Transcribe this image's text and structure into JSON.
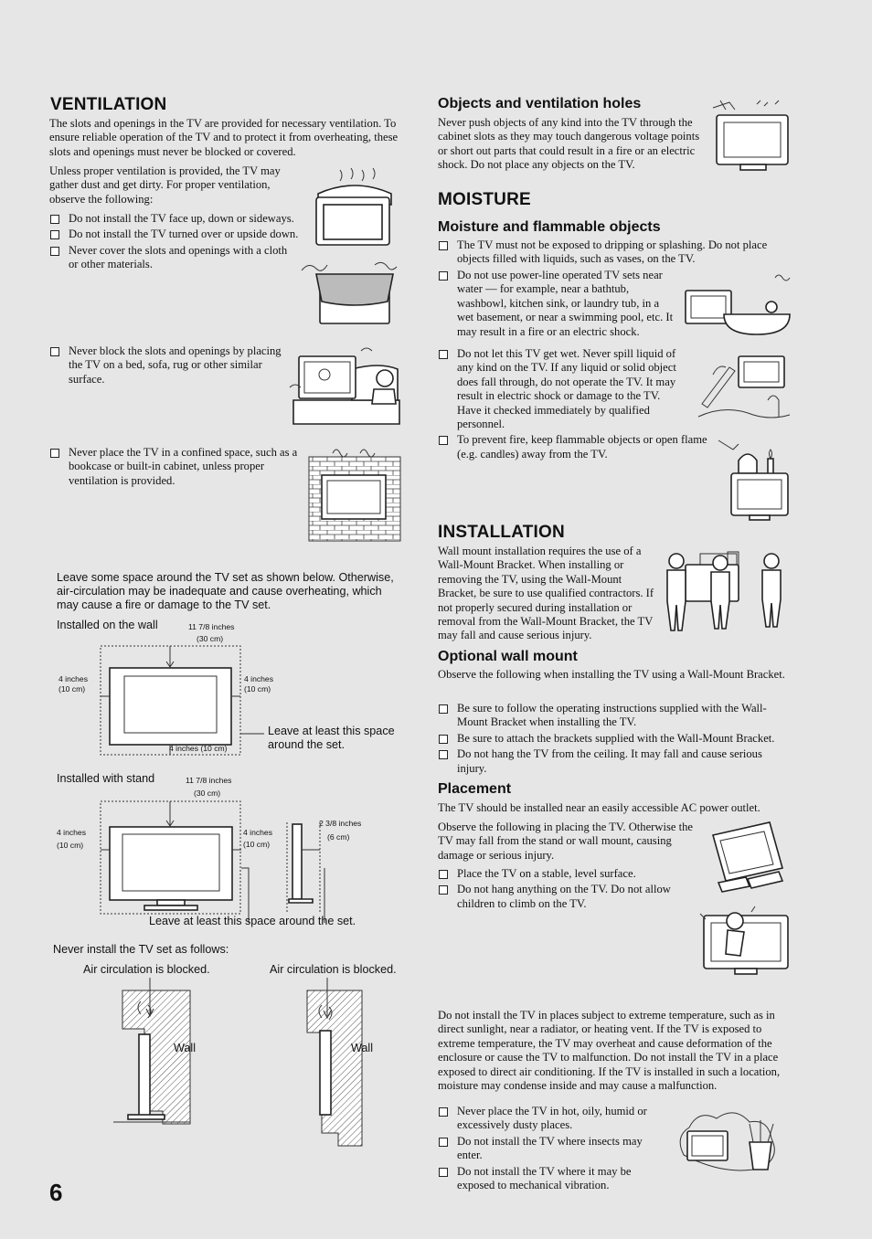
{
  "page_number": "6",
  "ventilation": {
    "title": "VENTILATION",
    "intro": "The slots and openings in the TV are provided for necessary ventilation. To ensure reliable operation of the TV and to protect it from overheating, these slots and openings must never be blocked or covered.",
    "intro2": "Unless proper ventilation is provided, the TV may gather dust and get dirty. For proper ventilation, observe the following:",
    "items": [
      "Do not install the TV face up, down or sideways.",
      "Do not install the TV turned over or upside down.",
      "Never cover the slots and openings with a cloth or other materials.",
      "Never block the slots and openings by placing the TV on a bed, sofa, rug or other similar surface.",
      "Never place the TV in a confined space, such as a bookcase or built-in cabinet, unless proper ventilation is provided."
    ],
    "space_note": "Leave some space around the TV set as shown below. Otherwise, air-circulation may be inadequate and cause overheating, which may cause a fire or damage to the TV set.",
    "wall": {
      "label": "Installed on the wall",
      "top_dim": "11 7/8 inches",
      "top_dim_cm": "(30 cm)",
      "left_dim": "4 inches",
      "left_dim_cm": "(10 cm)",
      "right_dim": "4 inches",
      "right_dim_cm": "(10 cm)",
      "bottom_dim": "4 inches (10 cm)",
      "leave_note": "Leave at least this space around the set."
    },
    "stand": {
      "label": "Installed with stand",
      "top_dim": "11 7/8 inches",
      "top_dim_cm": "(30 cm)",
      "left_dim": "4 inches",
      "left_dim_cm": "(10 cm)",
      "right_dim": "4 inches",
      "right_dim_cm": "(10 cm)",
      "side_dim": "2 3/8 inches",
      "side_dim_cm": "(6 cm)",
      "leave_note": "Leave at least this space around the set."
    },
    "never_install": "Never install the TV set as follows:",
    "blocked_left": "Air circulation is blocked.",
    "blocked_right": "Air circulation is blocked.",
    "wall_left": "Wall",
    "wall_right": "Wall"
  },
  "objects": {
    "title": "Objects and ventilation holes",
    "text": "Never push objects of any kind into the TV through the cabinet slots as they may touch dangerous voltage points or short out parts that could result in a fire or an electric shock. Do not place any objects on the TV."
  },
  "moisture": {
    "title": "MOISTURE",
    "subtitle": "Moisture and flammable objects",
    "items": [
      "The TV must not be exposed to dripping or splashing. Do not place objects filled with liquids, such as vases, on the TV.",
      "Do not use power-line operated TV sets near water — for example, near a bathtub, washbowl, kitchen sink, or laundry tub, in a wet basement, or near a swimming pool, etc. It may result in a fire or an electric shock.",
      "Do not let this TV get wet. Never spill liquid of any kind on the TV. If any liquid or solid object does fall through, do not operate the TV. It may result in electric shock or damage to the TV. Have it checked immediately by qualified personnel.",
      "To prevent fire, keep flammable objects or open flame (e.g. candles) away from the TV."
    ]
  },
  "installation": {
    "title": "INSTALLATION",
    "text": "Wall mount installation requires the use of a Wall-Mount Bracket. When installing or removing the TV, using the Wall-Mount Bracket, be sure to use qualified contractors. If not properly secured during installation or removal from the Wall-Mount Bracket, the TV may fall and cause serious injury.",
    "optional_title": "Optional wall mount",
    "optional_text": "Observe the following when installing the TV using a Wall-Mount Bracket.",
    "optional_items": [
      "Be sure to follow the operating instructions supplied with the Wall-Mount Bracket when installing the TV.",
      "Be sure to attach the brackets supplied with the Wall-Mount Bracket.",
      "Do not hang the TV from the ceiling. It may fall and cause serious injury."
    ],
    "placement_title": "Placement",
    "placement_text1": "The TV should be installed near an easily accessible AC power outlet.",
    "placement_text2": "Observe the following in placing the TV. Otherwise the TV may fall from the stand or wall mount, causing damage or serious injury.",
    "placement_items": [
      "Place the TV on a stable, level surface.",
      "Do not hang anything on the TV. Do not allow children to climb on the TV."
    ],
    "temperature_text": "Do not install the TV in places subject to extreme temperature, such as in direct sunlight, near a radiator, or heating vent. If the TV is exposed to extreme temperature, the TV may overheat and cause deformation of the enclosure or cause the TV to malfunction. Do not install the TV in a place exposed to direct air conditioning. If the TV is installed in such a location, moisture may condense inside and may cause a malfunction.",
    "final_items": [
      "Never place the TV in hot, oily, humid or excessively dusty places.",
      "Do not install the TV where insects may enter.",
      "Do not install the TV where it may be exposed to mechanical vibration."
    ]
  }
}
